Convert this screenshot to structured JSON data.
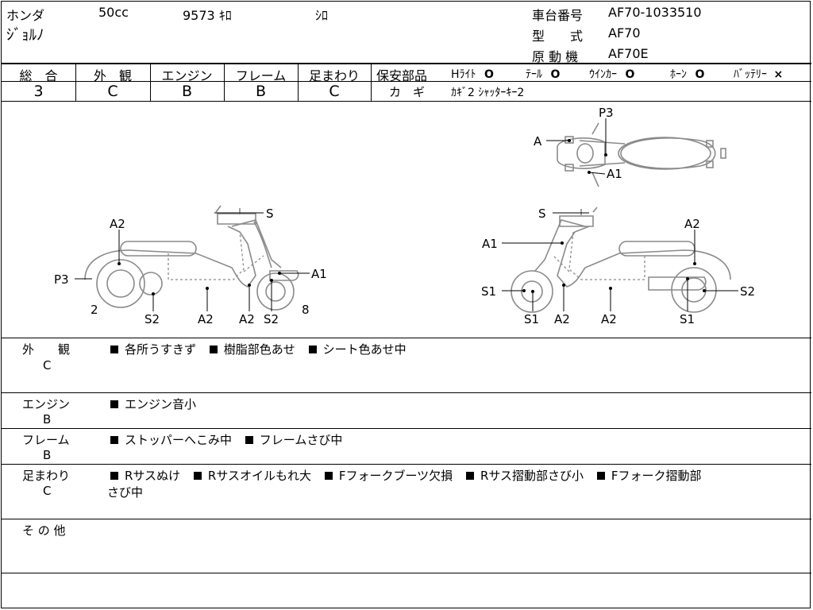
{
  "header": {
    "maker": "ホンダ",
    "displacement": "50cc",
    "mileage": "9573 ｷﾛ",
    "color": "ｼﾛ",
    "model_name": "ｼﾞｮﾙﾉ",
    "frame_no_label": "車台番号",
    "frame_no": "AF70-1033510",
    "type_label": "型　　式",
    "type_value": "AF70",
    "engine_label": "原 動 機",
    "engine_value": "AF70E"
  },
  "grades": [
    {
      "label": "総　合",
      "value": "3"
    },
    {
      "label": "外　観",
      "value": "C"
    },
    {
      "label": "エンジン",
      "value": "B"
    },
    {
      "label": "フレーム",
      "value": "B"
    },
    {
      "label": "足まわり",
      "value": "C"
    }
  ],
  "safety": {
    "label": "保安部品",
    "items": [
      {
        "name": "Hﾗｲﾄ",
        "mark": "O"
      },
      {
        "name": "ﾃｰﾙ",
        "mark": "O"
      },
      {
        "name": "ｳｲﾝｶｰ",
        "mark": "O"
      },
      {
        "name": "ﾎｰﾝ",
        "mark": "O"
      },
      {
        "name": "ﾊﾞｯﾃﾘｰ",
        "mark": "×"
      }
    ],
    "key_label": "カ　ギ",
    "key_value": "ｶｷﾞ2 ｼｬｯﾀｰｷｰ2"
  },
  "diagram_labels": {
    "top": {
      "p3": "P3",
      "a": "A",
      "a1": "A1"
    },
    "left": {
      "s": "S",
      "a2_top": "A2",
      "p3": "P3",
      "a1": "A1",
      "n2": "2",
      "s2_a": "S2",
      "a2_b": "A2",
      "a2_c": "A2",
      "s2_b": "S2",
      "n8": "8"
    },
    "right": {
      "s": "S",
      "a2_top": "A2",
      "a1": "A1",
      "s1_left": "S1",
      "s2_right": "S2",
      "s1_a": "S1",
      "a2_a": "A2",
      "a2_b": "A2",
      "s1_b": "S1"
    }
  },
  "sections": [
    {
      "title": "外　　観",
      "grade": "C",
      "lines": [
        [
          "各所うすきず",
          "樹脂部色あせ",
          "シート色あせ中"
        ]
      ]
    },
    {
      "title": "エンジン",
      "grade": "B",
      "lines": [
        [
          "エンジン音小"
        ]
      ]
    },
    {
      "title": "フレーム",
      "grade": "B",
      "lines": [
        [
          "ストッパーへこみ中",
          "フレームさび中"
        ]
      ]
    },
    {
      "title": "足まわり",
      "grade": "C",
      "lines": [
        [
          "Rサスぬけ",
          "Rサスオイルもれ大",
          "Fフォークブーツ欠損",
          "Rサス摺動部さび小",
          "Fフォーク摺動部"
        ]
      ],
      "continuation": "さび中"
    },
    {
      "title": "そ の 他",
      "grade": "",
      "lines": []
    }
  ]
}
